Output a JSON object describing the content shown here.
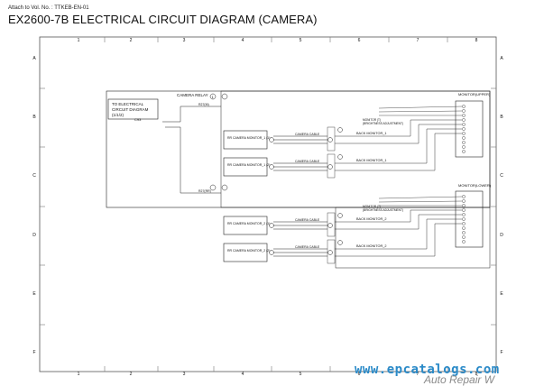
{
  "header": {
    "attach": "Attach to Vol. No. : TTKEB-EN-01",
    "title": "EX2600-7B ELECTRICAL CIRCUIT DIAGRAM (CAMERA)"
  },
  "frame": {
    "columns": [
      "1",
      "2",
      "3",
      "4",
      "5",
      "6",
      "7",
      "8"
    ],
    "rows": [
      "A",
      "B",
      "C",
      "D",
      "E",
      "F"
    ]
  },
  "diagram": {
    "ref_box": [
      "TO ELECTRICAL",
      "CIRCUIT DIAGRAM",
      "(1/1/2)"
    ],
    "ref_wire": "C93",
    "camera_relay": "CAMERA RELAY",
    "relay_num": "1",
    "relay_wires": [
      "R27(M)",
      "R27(RR)"
    ],
    "camera_cable": "CAMERA CABLE",
    "cameras": [
      "RR CAMERA MONITOR_1 (1)",
      "RR CAMERA MONITOR_1 (2)",
      "RR CAMERA MONITOR_2 (1)",
      "RR CAMERA MONITOR_2 (2)"
    ],
    "back_monitor_labels": [
      "BACK MONITOR_1",
      "BACK MONITOR_1",
      "BACK MONITOR_2",
      "BACK MONITOR_2"
    ],
    "monitor_top": "MONITOR(UPPER)",
    "monitor_bottom": "MONITOR(LOWER)",
    "monitor_sub": [
      "MONITOR (T)",
      "(BRIGHTNESS ADJUSTMENT)"
    ]
  },
  "watermark": {
    "site": "www.epcatalogs.com",
    "tail": "Auto Repair W"
  }
}
